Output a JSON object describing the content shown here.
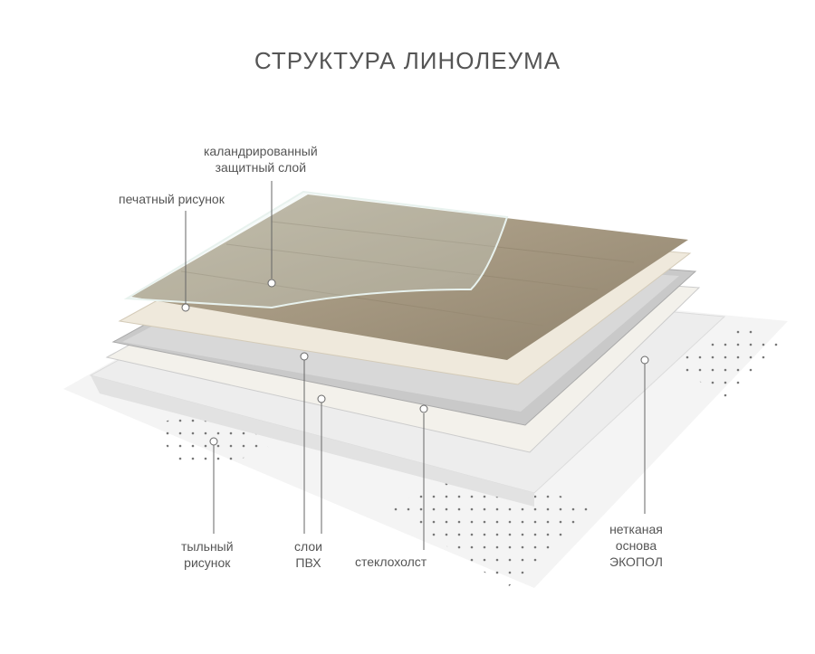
{
  "title": "СТРУКТУРА ЛИНОЛЕУМА",
  "labels": {
    "calendered_line1": "каландрированный",
    "calendered_line2": "защитный слой",
    "print": "печатный рисунок",
    "back_line1": "тыльный",
    "back_line2": "рисунок",
    "pvc_line1": "слои",
    "pvc_line2": "ПВХ",
    "fiberglass": "стеклохолст",
    "base_line1": "нетканая",
    "base_line2": "основа",
    "base_line3": "ЭКОПОЛ"
  },
  "colors": {
    "wood": "#a99d86",
    "text": "#555555"
  }
}
